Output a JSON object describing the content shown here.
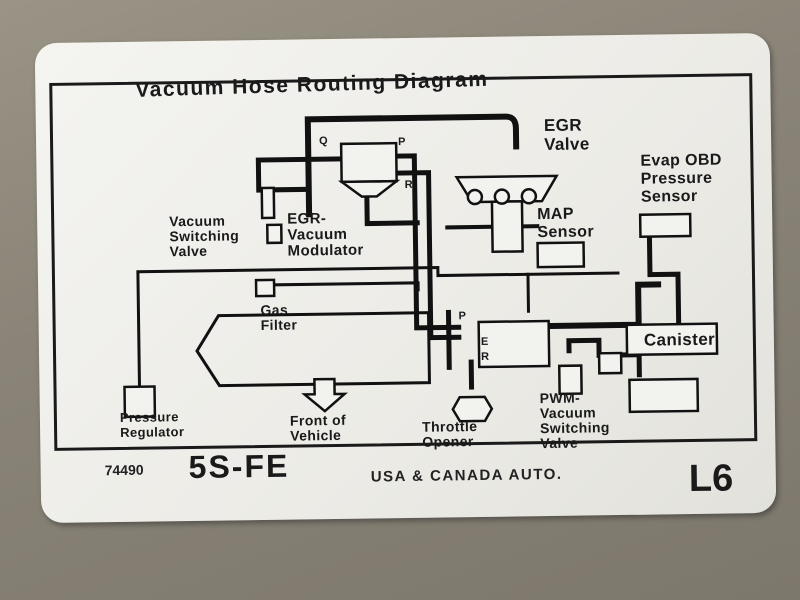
{
  "title": "Vacuum Hose Routing Diagram",
  "labels": {
    "egr_valve": "EGR\nValve",
    "evap_obd": "Evap OBD\nPressure\nSensor",
    "vacuum_switching_valve": "Vacuum\nSwitching\nValve",
    "egr_vacuum_modulator": "EGR-\nVacuum\nModulator",
    "map_sensor": "MAP\nSensor",
    "gas_filter": "Gas\nFilter",
    "canister": "Canister",
    "pressure_regulator": "Pressure\nRegulator",
    "front_of_vehicle": "Front of\nVehicle",
    "throttle_opener": "Throttle\nOpener",
    "pwm_vsv": "PWM-\nVacuum\nSwitching\nValve",
    "port_q": "Q",
    "port_p": "P",
    "port_r": "R",
    "port_p2": "P",
    "port_e": "E",
    "port_r2": "R"
  },
  "footer": {
    "part_number": "74490",
    "engine": "5S-FE",
    "market": "USA & CANADA  AUTO.",
    "code": "L6"
  }
}
